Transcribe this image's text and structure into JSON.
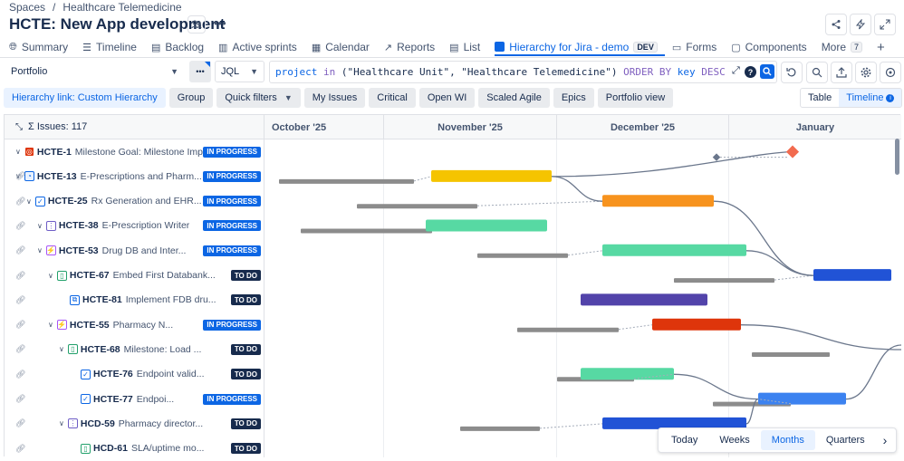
{
  "breadcrumb": {
    "spaces": "Spaces",
    "sep": "/",
    "project": "Healthcare Telemedicine"
  },
  "title": "HCTE: New App development",
  "tabs": [
    {
      "label": "Summary",
      "icon": "globe-icon"
    },
    {
      "label": "Timeline",
      "icon": "timeline-icon"
    },
    {
      "label": "Backlog",
      "icon": "backlog-icon"
    },
    {
      "label": "Active sprints",
      "icon": "board-icon"
    },
    {
      "label": "Calendar",
      "icon": "calendar-icon"
    },
    {
      "label": "Reports",
      "icon": "chart-icon"
    },
    {
      "label": "List",
      "icon": "list-icon"
    },
    {
      "label": "Hierarchy for Jira - demo",
      "icon": "hierarchy-app-icon",
      "badge": "DEV",
      "active": true
    },
    {
      "label": "Forms",
      "icon": "forms-icon"
    },
    {
      "label": "Components",
      "icon": "components-icon"
    }
  ],
  "more": {
    "label": "More",
    "count": "7"
  },
  "toolbar": {
    "portfolio": "Portfolio",
    "query_mode": "JQL",
    "ellipsis": "•••"
  },
  "jql": {
    "p1": "project",
    "p2": " in ",
    "p3": "(\"Healthcare Unit\", \"Healthcare Telemedicine\")",
    "p4": " ORDER BY ",
    "p5": "key",
    "p6": " DESC"
  },
  "filters": [
    "Hierarchy link: Custom Hierarchy",
    "Group",
    "Quick filters",
    "My Issues",
    "Critical",
    "Open WI",
    "Scaled Agile",
    "Epics",
    "Portfolio view"
  ],
  "view_toggle": {
    "table": "Table",
    "timeline": "Timeline"
  },
  "issues_header": "Σ Issues: 117",
  "months": [
    "October '25",
    "November '25",
    "December '25",
    "January"
  ],
  "rows": [
    {
      "key": "HCTE-1",
      "summary": "Milestone Goal: Milestone Impr...",
      "status": "IN PROGRESS",
      "level": 0,
      "icon": "milestone-goal-icon"
    },
    {
      "key": "HCTE-13",
      "summary": "E-Prescriptions and Pharm...",
      "status": "IN PROGRESS",
      "level": 0,
      "icon": "initiative-icon"
    },
    {
      "key": "HCTE-25",
      "summary": "Rx Generation and EHR...",
      "status": "IN PROGRESS",
      "level": 1,
      "icon": "task-icon"
    },
    {
      "key": "HCTE-38",
      "summary": "E-Prescription Writer",
      "status": "IN PROGRESS",
      "level": 2,
      "icon": "epic-icon"
    },
    {
      "key": "HCTE-53",
      "summary": "Drug DB and Inter...",
      "status": "IN PROGRESS",
      "level": 2,
      "icon": "feature-icon"
    },
    {
      "key": "HCTE-67",
      "summary": "Embed First Databank...",
      "status": "TO DO",
      "level": 3,
      "icon": "story-icon"
    },
    {
      "key": "HCTE-81",
      "summary": "Implement FDB dru...",
      "status": "TO DO",
      "level": 4,
      "icon": "subtask-icon"
    },
    {
      "key": "HCTE-55",
      "summary": "Pharmacy N...",
      "status": "IN PROGRESS",
      "level": 3,
      "icon": "feature-icon"
    },
    {
      "key": "HCTE-68",
      "summary": "Milestone: Load ...",
      "status": "TO DO",
      "level": 4,
      "icon": "story-icon"
    },
    {
      "key": "HCTE-76",
      "summary": "Endpoint valid...",
      "status": "TO DO",
      "level": 5,
      "icon": "task-icon"
    },
    {
      "key": "HCTE-77",
      "summary": "Endpoi...",
      "status": "IN PROGRESS",
      "level": 5,
      "icon": "task-icon"
    },
    {
      "key": "HCD-59",
      "summary": "Pharmacy director...",
      "status": "TO DO",
      "level": 4,
      "icon": "epic-icon"
    },
    {
      "key": "HCD-61",
      "summary": "SLA/uptime mo...",
      "status": "TO DO",
      "level": 5,
      "icon": "story-icon"
    }
  ],
  "zoom": {
    "today": "Today",
    "weeks": "Weeks",
    "months": "Months",
    "quarters": "Quarters"
  },
  "colors": {
    "accent": "#0c66e4",
    "yellow": "#f5c400",
    "orange": "#f7931e",
    "green": "#57d9a3",
    "purple": "#5243aa",
    "red": "#de350b",
    "blue_dark": "#2153d6",
    "blue": "#3c82f0",
    "baseline": "#8c8c8c",
    "milestone": "#f26b4f"
  }
}
